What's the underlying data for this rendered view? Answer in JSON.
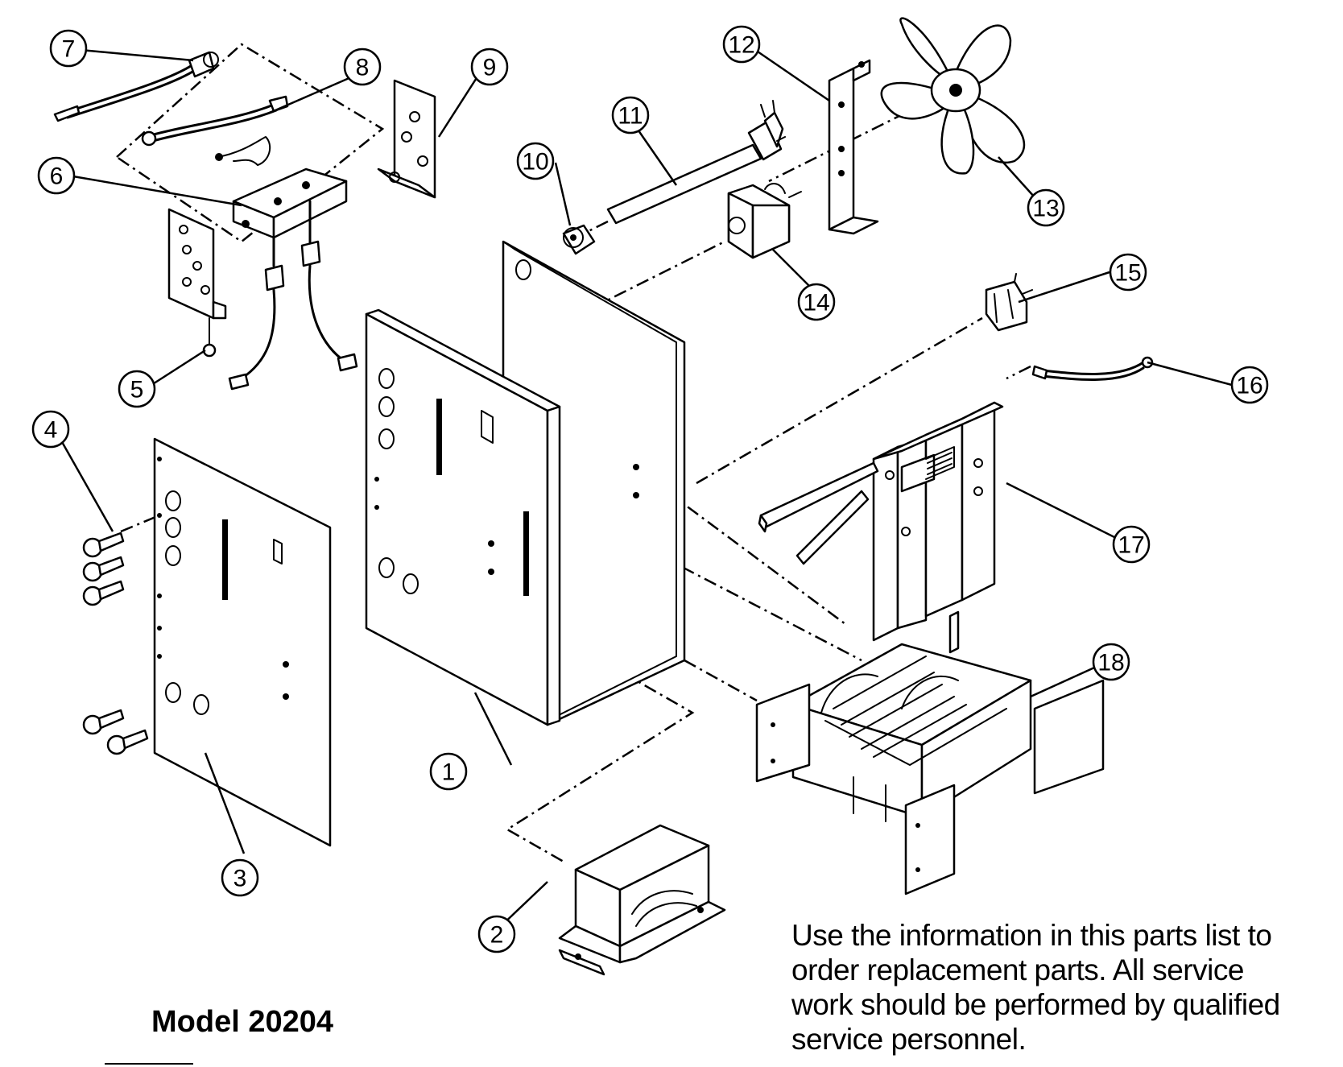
{
  "model_label": "Model 20204",
  "info_note": "Use the information in this parts list to order replacement parts. All service work should be performed by qualified service personnel.",
  "callouts": {
    "c1": "1",
    "c2": "2",
    "c3": "3",
    "c4": "4",
    "c5": "5",
    "c6": "6",
    "c7": "7",
    "c8": "8",
    "c9": "9",
    "c10": "10",
    "c11": "11",
    "c12": "12",
    "c13": "13",
    "c14": "14",
    "c15": "15",
    "c16": "16",
    "c17": "17",
    "c18": "18"
  }
}
